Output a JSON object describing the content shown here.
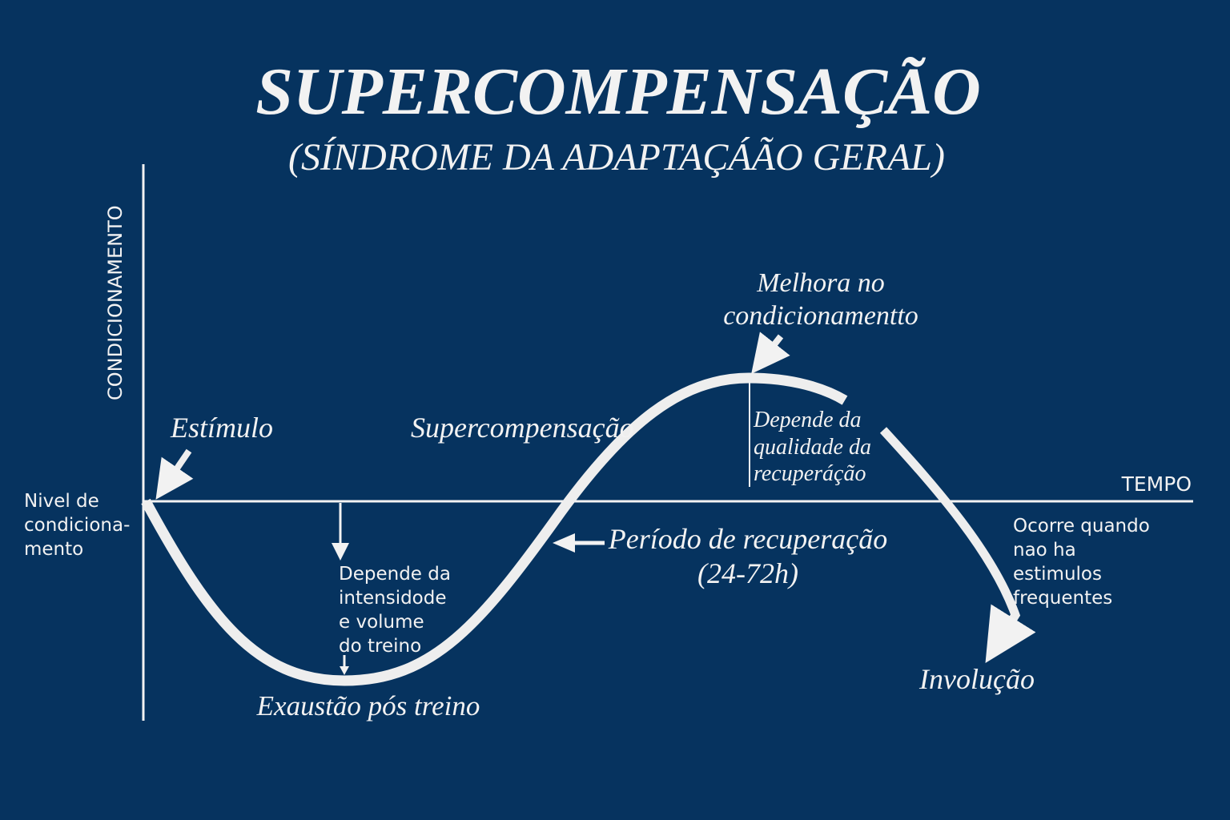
{
  "title": "SUPERCOMPENSAÇÃO",
  "subtitle": "(SÍNDROME DA ADAPTAÇÁÃO GERAL)",
  "axes": {
    "y_label": "CONDICIONAMENTO",
    "x_label": "TEMPO"
  },
  "baseline_label": [
    "Nivel de",
    "condiciona-",
    "mento"
  ],
  "labels": {
    "stimulus": "Estímulo",
    "supercompensation": "Supercompensação",
    "improvement": [
      "Melhora no",
      "condicionamentto"
    ],
    "recovery_quality": [
      "Depende da",
      "qualidade da",
      "recuperáção"
    ],
    "recovery_period": [
      "Período de recuperação",
      "(24-72h)"
    ],
    "training_dependence": [
      "Depende da",
      "intensidode",
      "e volume",
      "do treino"
    ],
    "exhaustion": "Exaustão pós treino",
    "involution_note": [
      "Ocorre quando",
      "nao ha",
      "estimulos",
      "frequentes"
    ],
    "involution": "Involução"
  },
  "colors": {
    "background": "#06335f",
    "foreground": "#f2f2f2"
  }
}
